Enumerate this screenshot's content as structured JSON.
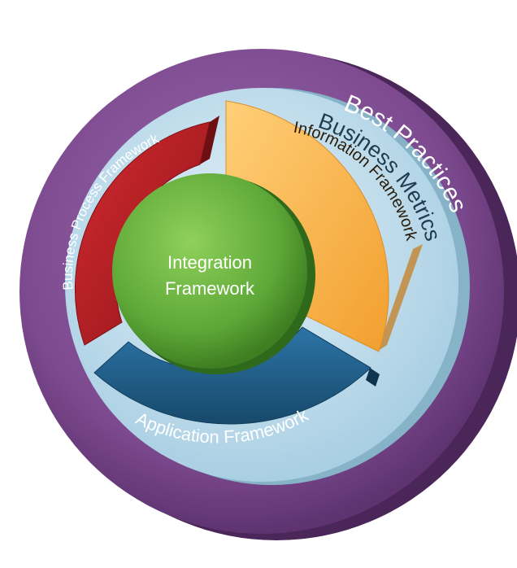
{
  "rings": {
    "outer": {
      "label": "Best Practices"
    },
    "middle": {
      "label": "Business Metrics"
    }
  },
  "segments": {
    "process": {
      "label": "Business Process Framework"
    },
    "information": {
      "label": "Information Framework"
    },
    "application": {
      "label": "Application Framework"
    }
  },
  "core": {
    "line1": "Integration",
    "line2": "Framework"
  },
  "colors": {
    "outer_ring": "#7d4a8f",
    "middle_ring": "#bcdbea",
    "process": "#b01f24",
    "information": "#f8b44c",
    "application": "#1f5d86",
    "core": "#5ea838"
  }
}
